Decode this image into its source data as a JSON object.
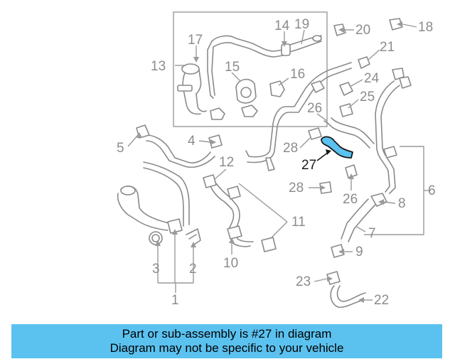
{
  "diagram": {
    "highlight_part": "27",
    "highlight_color": "#5bc2f0",
    "callouts": [
      "1",
      "2",
      "3",
      "4",
      "5",
      "6",
      "7",
      "8",
      "9",
      "10",
      "11",
      "12",
      "13",
      "14",
      "15",
      "16",
      "17",
      "18",
      "19",
      "20",
      "21",
      "22",
      "23",
      "24",
      "25",
      "26",
      "26",
      "27",
      "28",
      "28"
    ]
  },
  "banner": {
    "line1": "Part or sub-assembly is #27 in diagram",
    "line2": "Diagram may not be specific to your vehicle",
    "background": "#5bc2f0"
  }
}
